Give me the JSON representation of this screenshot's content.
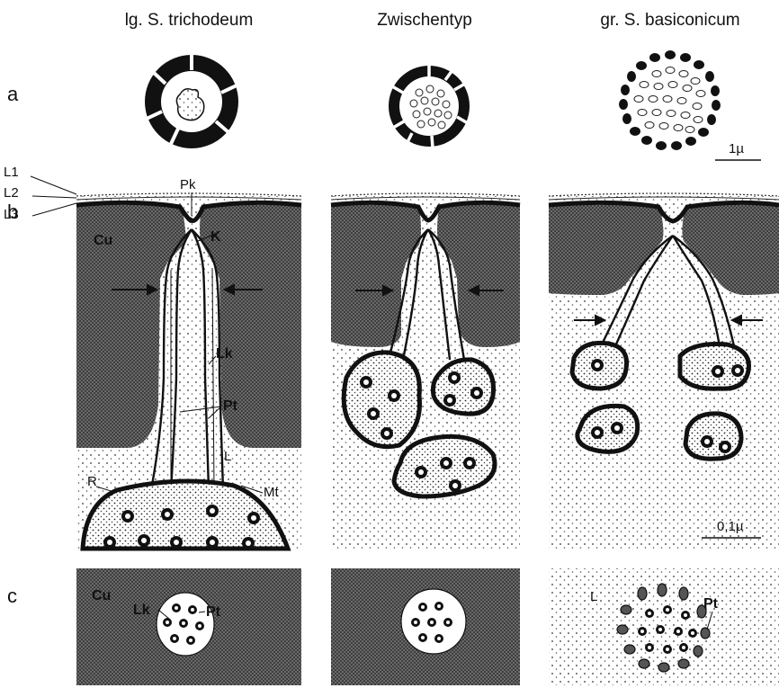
{
  "columns": [
    {
      "title": "lg. S. trichodeum"
    },
    {
      "title": "Zwischentyp"
    },
    {
      "title": "gr. S. basiconicum"
    }
  ],
  "rows": {
    "a": "a",
    "b": "b",
    "c": "c"
  },
  "labels": {
    "L1": "L1",
    "L2": "L2",
    "L3": "L3",
    "Pk": "Pk",
    "K": "K",
    "Cu": "Cu",
    "Lk": "Lk",
    "Pt": "Pt",
    "L": "L",
    "R": "R",
    "Mt": "Mt"
  },
  "scales": {
    "top": "1µ",
    "bottom": "0,1µ"
  },
  "colors": {
    "ink": "#111111",
    "cuticle_fill": "pattern-crosshatch",
    "lymph_fill": "pattern-dots"
  }
}
